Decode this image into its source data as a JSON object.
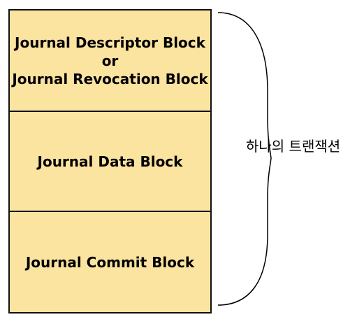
{
  "blocks": [
    {
      "lines": [
        "Journal Descriptor Block",
        "or",
        "Journal Revocation Block"
      ]
    },
    {
      "lines": [
        "Journal Data Block"
      ]
    },
    {
      "lines": [
        "Journal Commit Block"
      ]
    }
  ],
  "brace_label": "하나의 트랜잭션",
  "colors": {
    "block_fill": "#fbe3a0",
    "border": "#111111",
    "text": "#000000"
  }
}
